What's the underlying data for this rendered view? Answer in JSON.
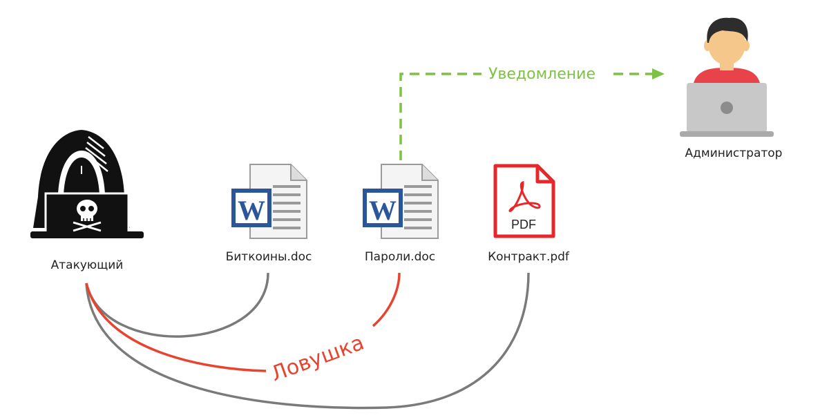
{
  "nodes": {
    "attacker": {
      "label": "Атакующий"
    },
    "admin": {
      "label": "Администратор"
    },
    "file_bitcoins": {
      "label": "Биткоины.doc"
    },
    "file_passwords": {
      "label": "Пароли.doc"
    },
    "file_contract": {
      "label": "Контракт.pdf"
    }
  },
  "icons": {
    "word_letter": "W",
    "pdf_text": "PDF"
  },
  "edges": {
    "notification": {
      "label": "Уведомление"
    },
    "trap": {
      "label": "Ловушка"
    }
  },
  "colors": {
    "notification": "#7dc243",
    "trap": "#e8432f",
    "connection": "#7a7a7a",
    "word": "#2b579a",
    "pdf": "#e8272a",
    "admin_shirt": "#e8434b",
    "skin": "#f6c78a",
    "hair": "#2d2d2d",
    "laptop": "#c8c8c8"
  }
}
